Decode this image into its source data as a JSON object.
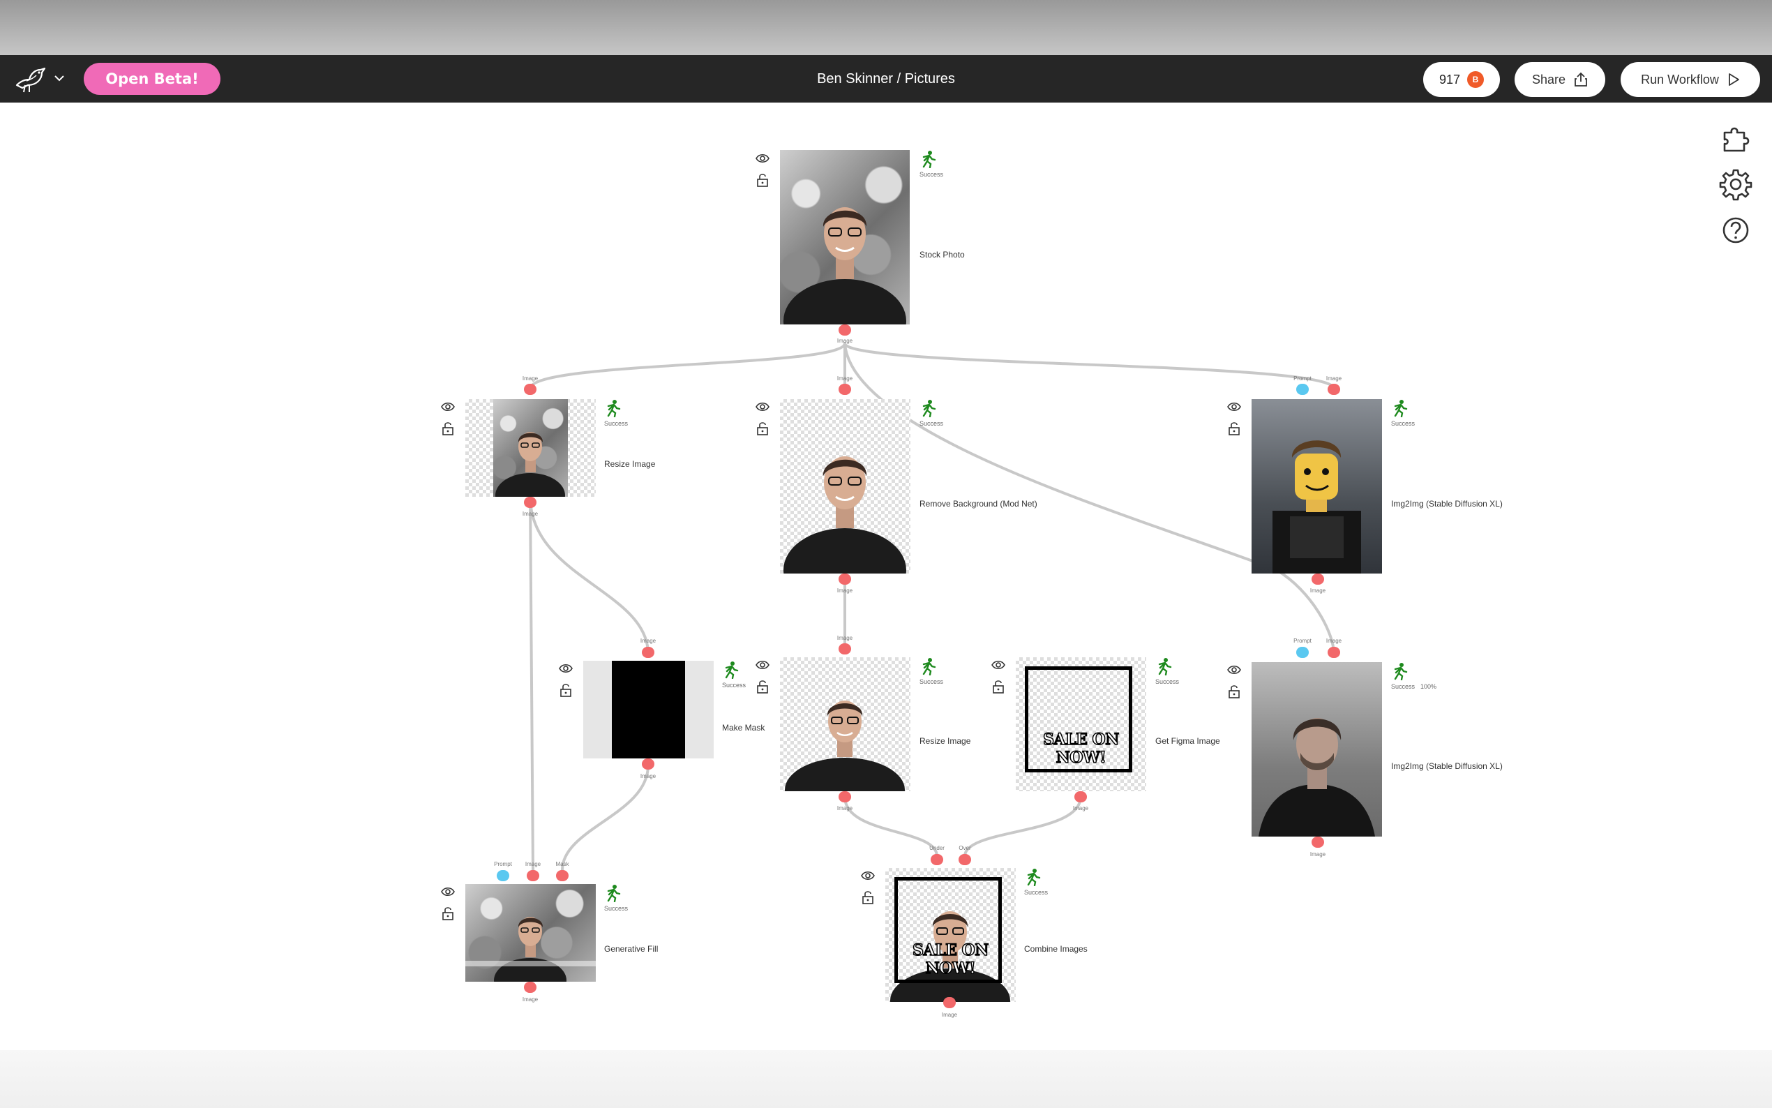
{
  "topbar": {
    "beta_label": "Open Beta!",
    "title": "Ben Skinner / Pictures",
    "credits": "917",
    "credits_badge": "B",
    "share_label": "Share",
    "run_label": "Run Workflow"
  },
  "side_tools": [
    "puzzle-icon",
    "gear-icon",
    "help-icon"
  ],
  "nodes": [
    {
      "id": "stock",
      "label": "Stock Photo",
      "status": "Success"
    },
    {
      "id": "resize1",
      "label": "Resize Image",
      "status": "Success"
    },
    {
      "id": "removebg",
      "label": "Remove Background (Mod Net)",
      "status": "Success"
    },
    {
      "id": "img2img1",
      "label": "Img2Img (Stable Diffusion XL)",
      "status": "Success"
    },
    {
      "id": "mask",
      "label": "Make Mask",
      "status": "Success"
    },
    {
      "id": "resize2",
      "label": "Resize Image",
      "status": "Success"
    },
    {
      "id": "figma",
      "label": "Get Figma Image",
      "status": "Success"
    },
    {
      "id": "img2img2",
      "label": "Img2Img (Stable Diffusion XL)",
      "status": "Success",
      "progress": "100%"
    },
    {
      "id": "genfill",
      "label": "Generative Fill",
      "status": "Success"
    },
    {
      "id": "combine",
      "label": "Combine Images",
      "status": "Success"
    }
  ],
  "ports": {
    "image": "Image",
    "prompt": "Prompt",
    "mask": "Mask",
    "under": "Under",
    "over": "Over"
  },
  "banner_text": "SALE ON NOW!",
  "colors": {
    "topbar": "#262626",
    "beta": "#f06ab7",
    "port_image": "#f2686a",
    "port_prompt": "#5ac8f0",
    "status": "#1e8a1e",
    "edge": "#c8c8c8"
  }
}
